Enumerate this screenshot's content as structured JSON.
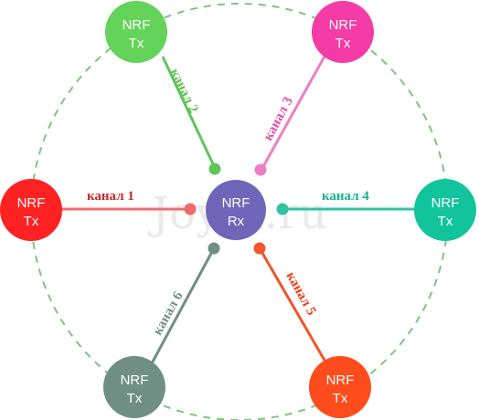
{
  "watermark": "Joyta.ru",
  "receiver": {
    "line1": "NRF",
    "line2": "Rx",
    "color": "#6f66b9"
  },
  "transmitters": [
    {
      "id": "tx1",
      "line1": "NRF",
      "line2": "Tx",
      "color": "#ff2222",
      "channel": "канал 1"
    },
    {
      "id": "tx2",
      "line1": "NRF",
      "line2": "Tx",
      "color": "#64d35a",
      "channel": "канал 2"
    },
    {
      "id": "tx3",
      "line1": "NRF",
      "line2": "Tx",
      "color": "#f53ba6",
      "channel": "канал 3"
    },
    {
      "id": "tx4",
      "line1": "NRF",
      "line2": "Tx",
      "color": "#12c49b",
      "channel": "канал 4"
    },
    {
      "id": "tx5",
      "line1": "NRF",
      "line2": "Tx",
      "color": "#ff4c1c",
      "channel": "канал 5"
    },
    {
      "id": "tx6",
      "line1": "NRF",
      "line2": "Tx",
      "color": "#6f8f85",
      "channel": "канал 6"
    }
  ],
  "channel_label_colors": [
    "#cc2a2a",
    "#5cc34f",
    "#e34ea8",
    "#15b392",
    "#ef3d16",
    "#6f8f85"
  ],
  "line_colors": [
    "#f06c6c",
    "#60c45a",
    "#ec7fc5",
    "#32c2a3",
    "#f0552c",
    "#6f8f85"
  ],
  "ring_color": "#7cc67c"
}
